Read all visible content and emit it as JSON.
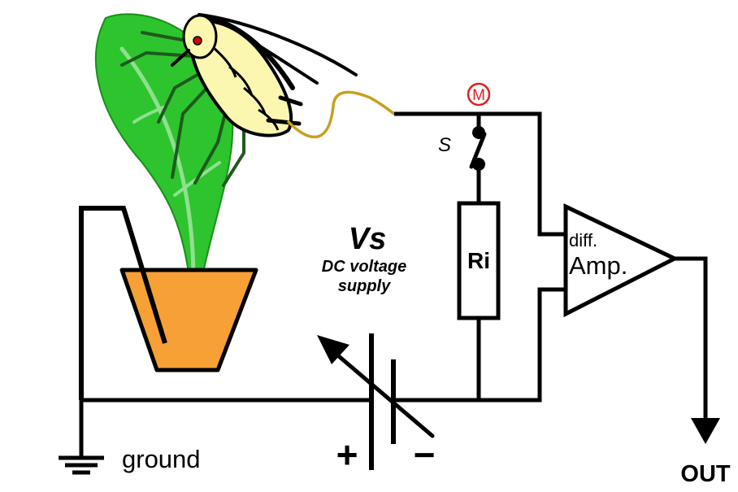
{
  "labels": {
    "electrode": "M",
    "switch": "S",
    "vs_symbol": "Vs",
    "vs_line1": "DC voltage",
    "vs_line2": "supply",
    "resistor": "Ri",
    "amp_line1": "diff.",
    "amp_line2": "Amp.",
    "output": "OUT",
    "ground": "ground",
    "plus": "+",
    "minus": "−"
  },
  "colors": {
    "wire": "#000000",
    "leaf": "#2ec42e",
    "leaf_vein": "#8fe08f",
    "pot": "#f7a036",
    "insect_body": "#fbf7b0",
    "insect_eye": "#d10000",
    "stylet_wire": "#c8a020",
    "electrode_marker": "#e02020"
  }
}
